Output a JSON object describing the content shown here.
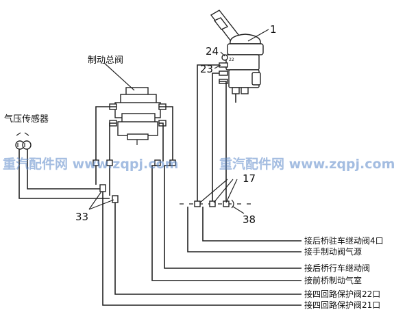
{
  "labels": {
    "brake_valve": "制动总阀",
    "pressure_sensor": "气压传感器",
    "callout_1": "1",
    "callout_24": "24",
    "callout_23": "23",
    "callout_17": "17",
    "callout_33": "33",
    "callout_38": "38"
  },
  "connections": [
    "接后桥驻车继动阀4口",
    "接手制动阀气源",
    "接后桥行车继动阀",
    "接前桥制动气室",
    "接四回路保护阀22口",
    "接四回路保护阀21口"
  ],
  "watermark": {
    "left": "重汽配件网 www.zqpj.com",
    "right": "重汽配件网 www.zqpj.com"
  }
}
